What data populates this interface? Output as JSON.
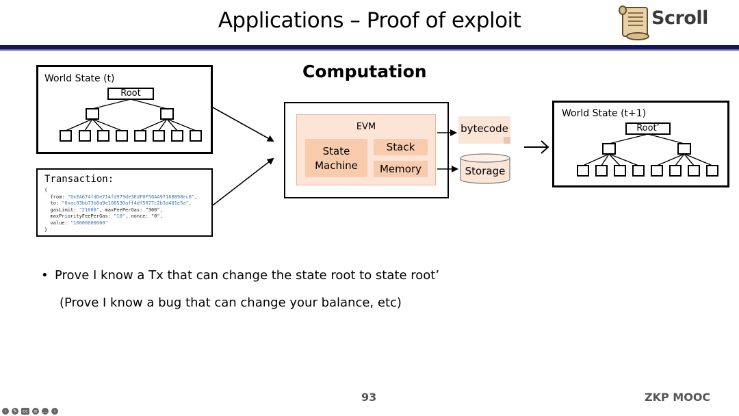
{
  "slide": {
    "title": "Applications – Proof of exploit",
    "logo_text": "Scroll",
    "page_number": "93",
    "brand": "ZKP MOOC"
  },
  "world_state_t": {
    "label": "World State (t)",
    "root_label": "Root"
  },
  "world_state_t1": {
    "label": "World State (t+1)",
    "root_label": "Root’"
  },
  "transaction": {
    "title": "Transaction:",
    "open_brace": "{",
    "lines": [
      {
        "key": "from: ",
        "value": "\"0xEA674fdDe714fd979de3EdF0F56AA9716B898ec8\"",
        "tail": ","
      },
      {
        "key": "to: ",
        "value": "\"0xac03bb73b6a9e108530aff4df5077c2b3d481e5a\"",
        "tail": ","
      },
      {
        "key": "gasLimit: ",
        "value": "\"21000\"",
        "tail": ", maxFeePerGas: \"300\","
      },
      {
        "key": "maxPriorityFeePerGas: ",
        "value": "\"10\"",
        "tail": ", nonce: \"0\","
      },
      {
        "key": "value: ",
        "value": "\"10000000000\"",
        "tail": ""
      }
    ],
    "close_brace": "}"
  },
  "computation": {
    "heading": "Computation",
    "evm_label": "EVM",
    "state_machine": "State Machine",
    "stack": "Stack",
    "memory": "Memory",
    "bytecode": "bytecode",
    "storage": "Storage"
  },
  "bullets": {
    "main": "Prove I know a Tx that can change the state root to state root’",
    "sub": "(Prove I know a bug that can change your balance, etc)"
  },
  "colors": {
    "title_bar": "#14145c",
    "evm_fill": "#fce4d6",
    "component_fill": "#f8cbad",
    "code_string": "#3b74b8"
  },
  "player_controls": [
    "prev-icon",
    "edit-icon",
    "captions-icon",
    "menu-icon",
    "more-icon",
    "next-icon"
  ]
}
